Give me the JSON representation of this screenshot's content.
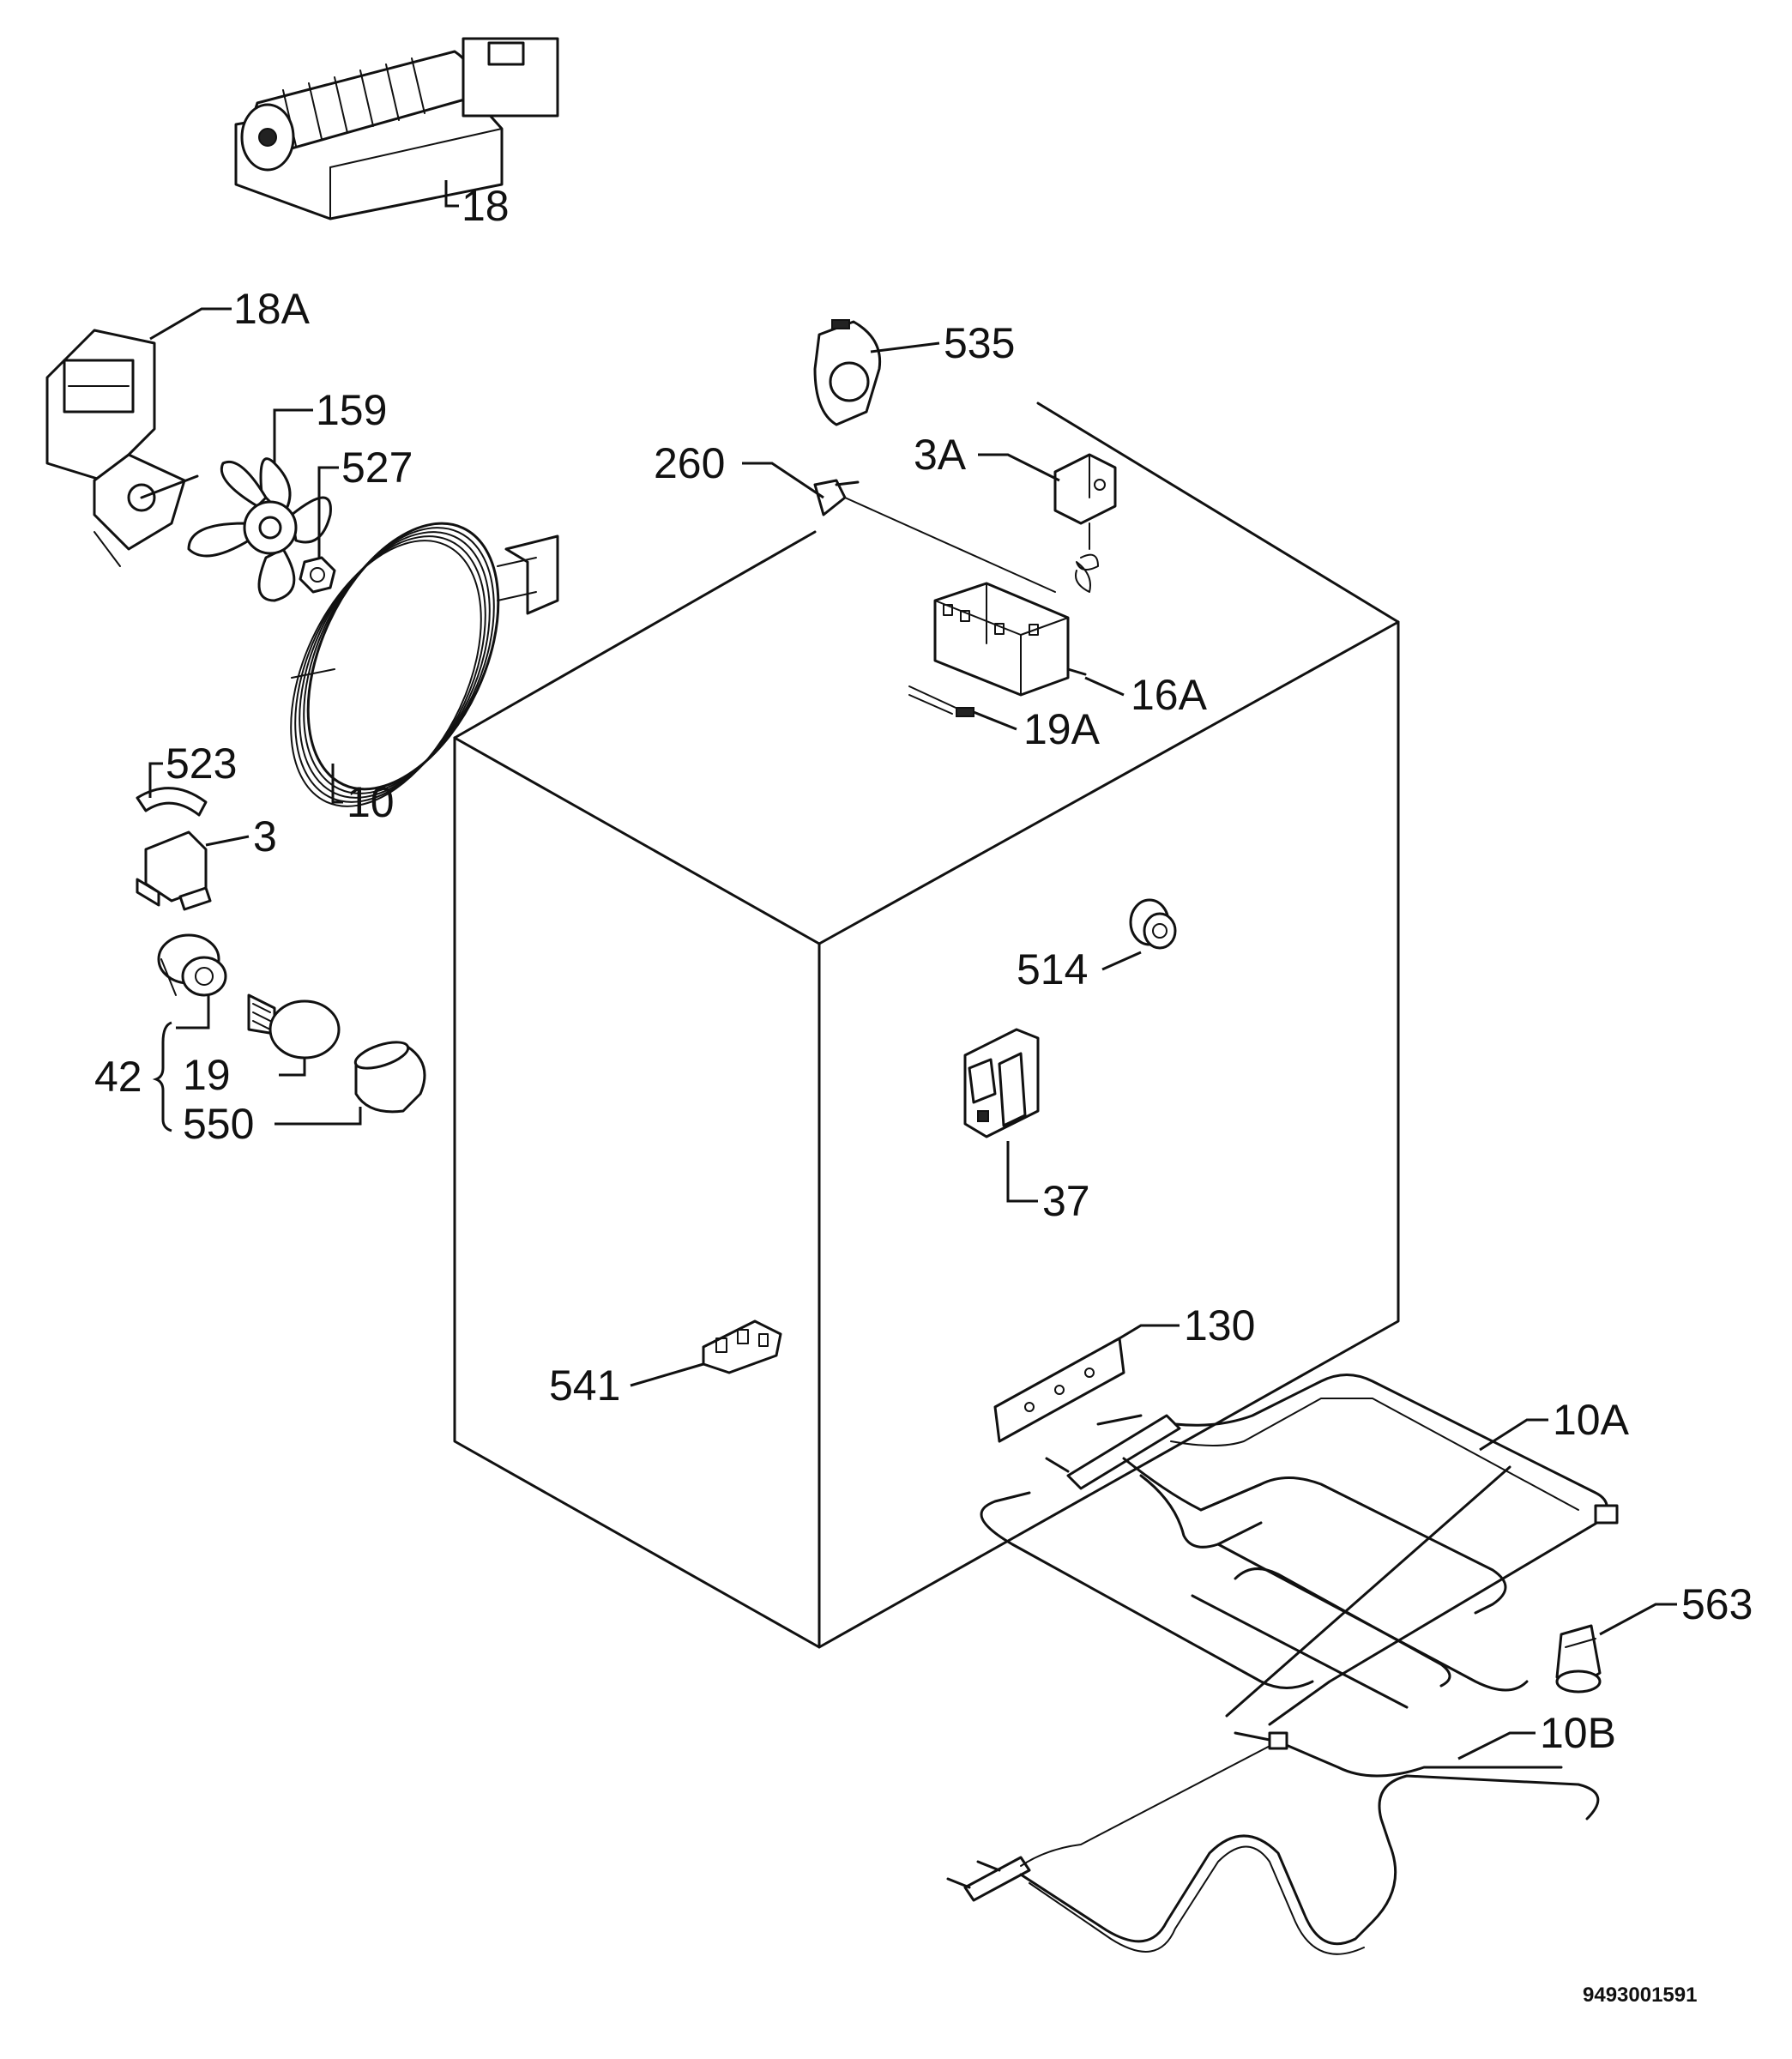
{
  "callouts": {
    "c18": "18",
    "c18a": "18A",
    "c159": "159",
    "c527": "527",
    "c10": "10",
    "c523": "523",
    "c3": "3",
    "c42": "42",
    "c19": "19",
    "c550": "550",
    "c535": "535",
    "c260": "260",
    "c3a": "3A",
    "c16a": "16A",
    "c19a": "19A",
    "c514": "514",
    "c37": "37",
    "c541": "541",
    "c130": "130",
    "c10a": "10A",
    "c563": "563",
    "c10b": "10B"
  },
  "drawing_number": "9493001591"
}
